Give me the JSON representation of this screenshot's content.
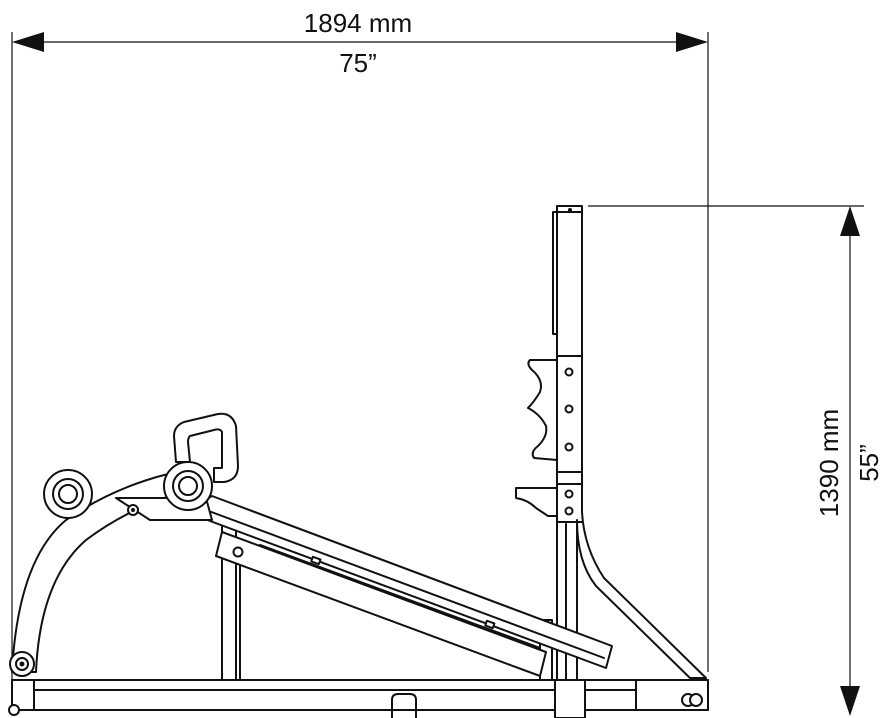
{
  "dimensions": {
    "width": {
      "mm": "1894 mm",
      "inch": "75”"
    },
    "height": {
      "mm": "1390 mm",
      "inch": "55”"
    }
  }
}
